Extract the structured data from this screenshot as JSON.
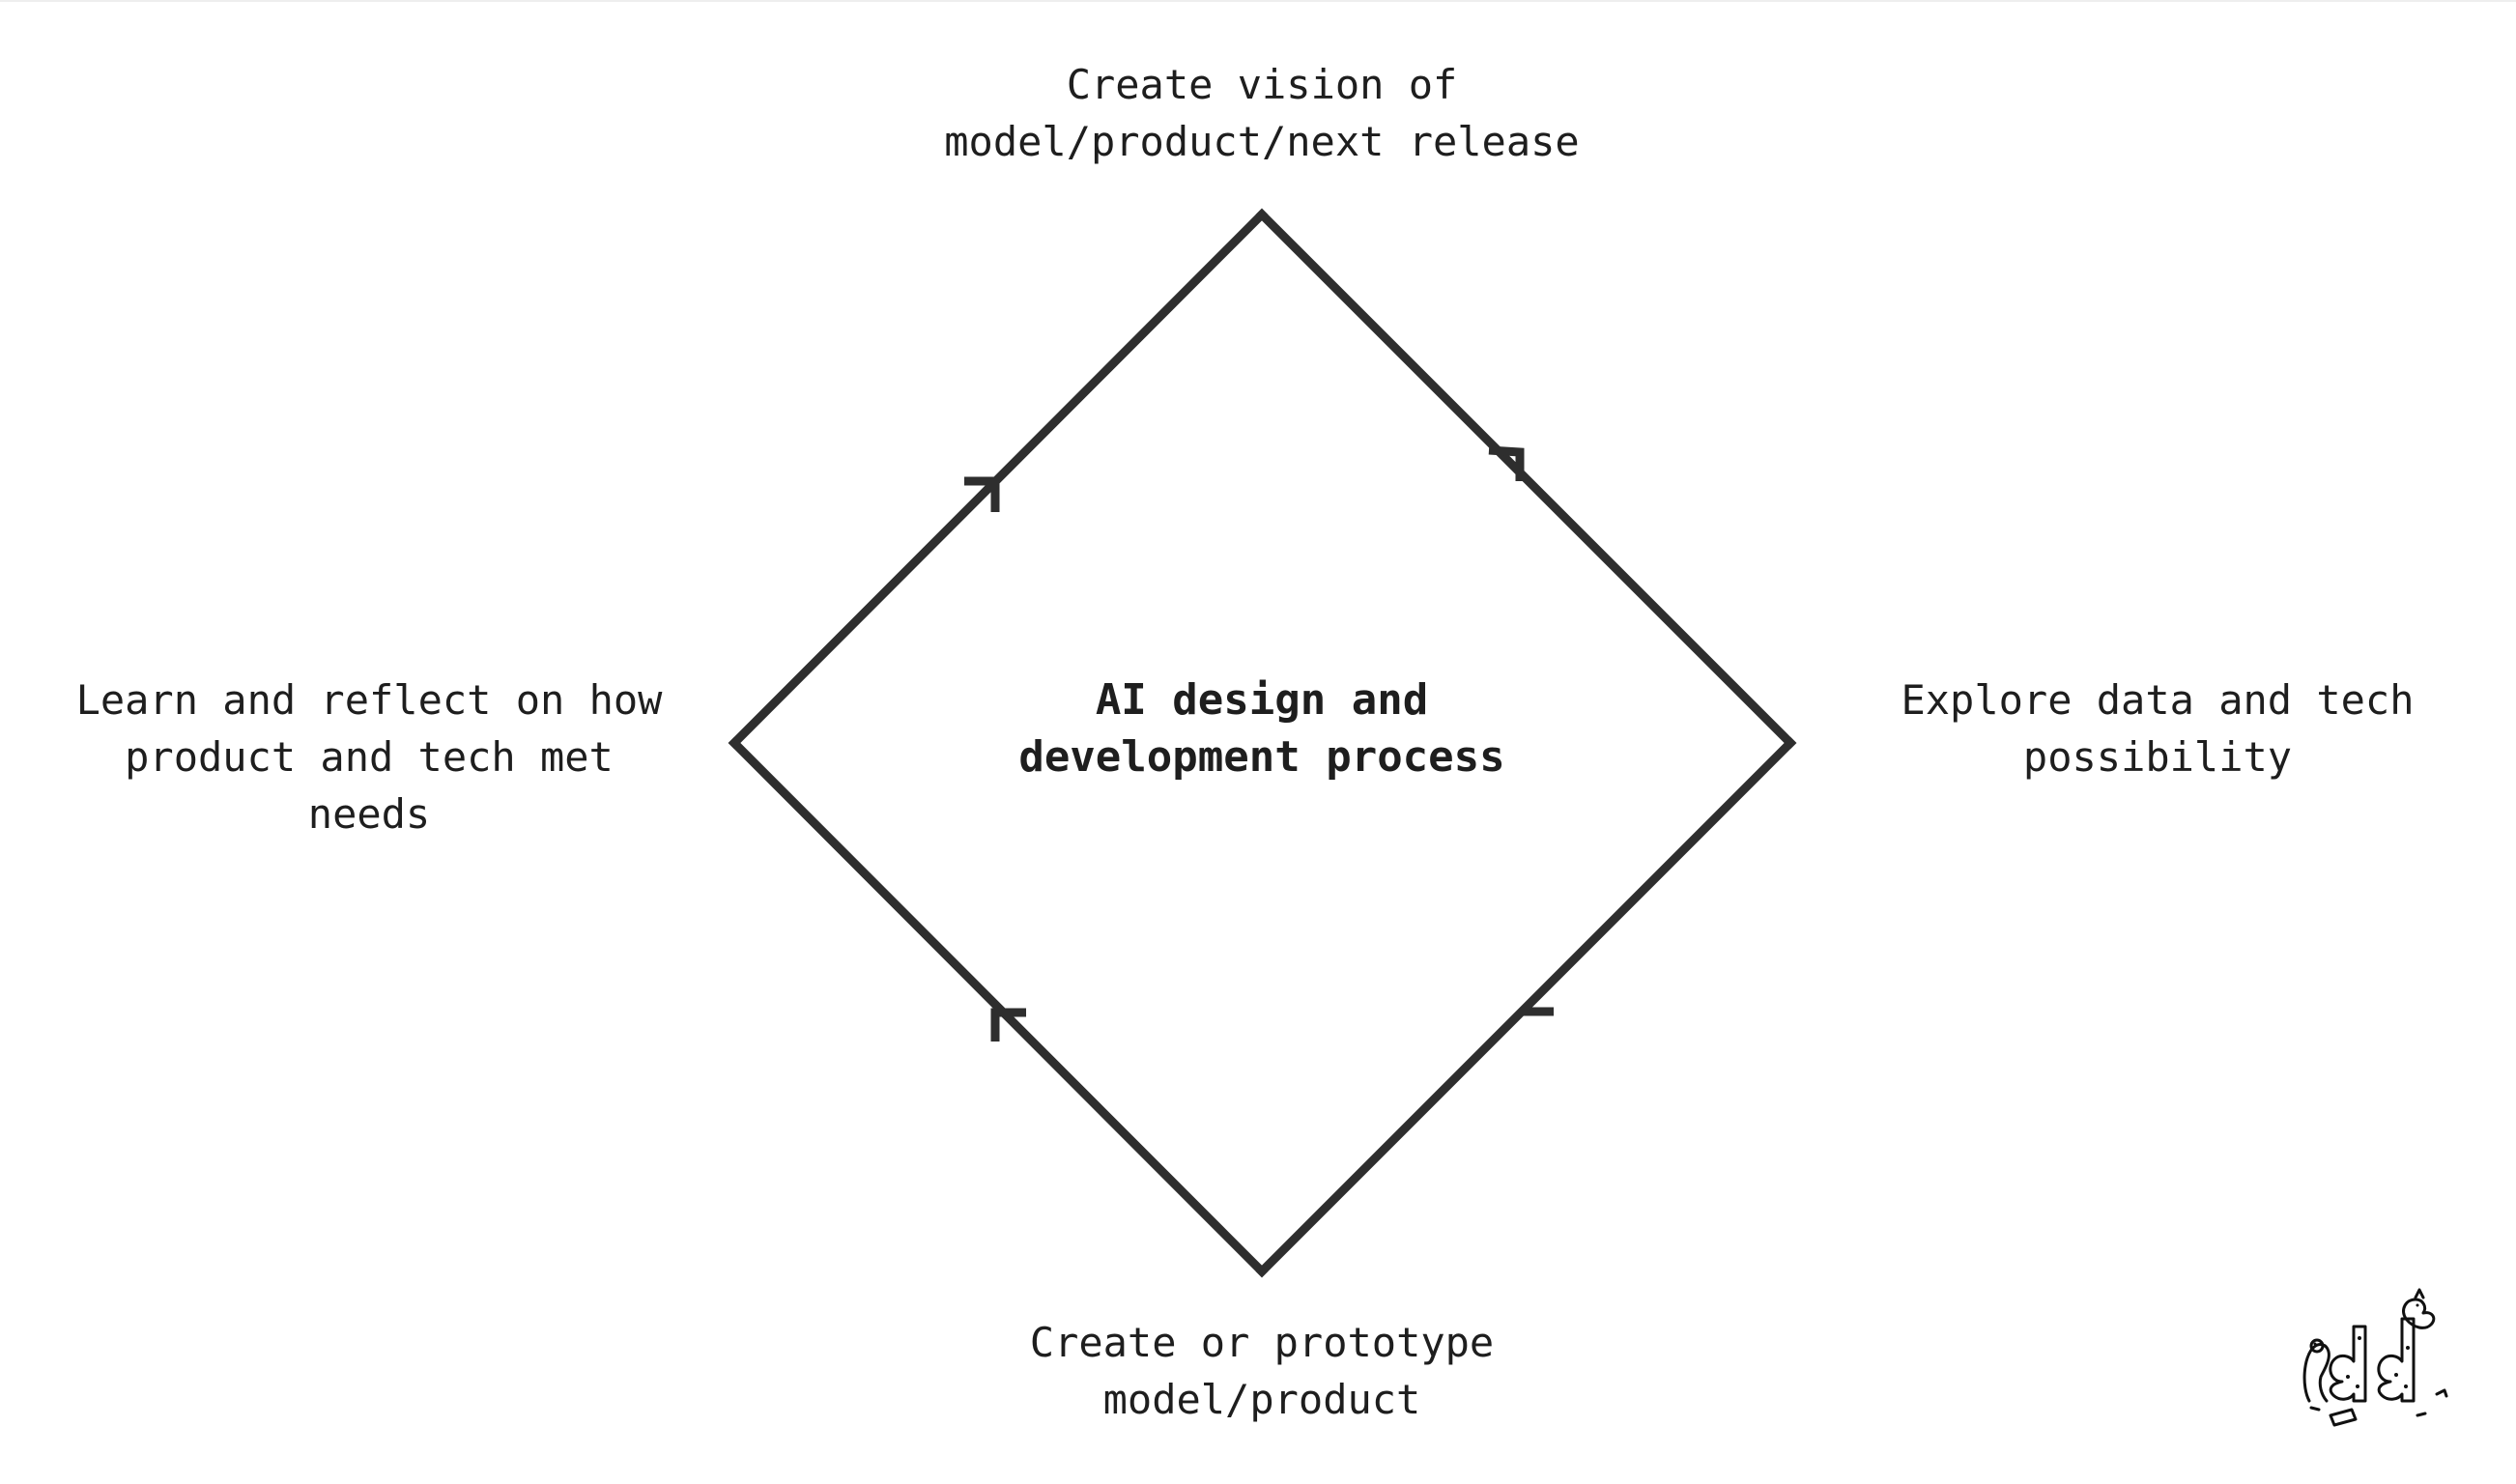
{
  "diagram": {
    "center_title": "AI design and\ndevelopment process",
    "nodes": {
      "top": "Create vision of\nmodel/product/next release",
      "right": "Explore data and tech\npossibility",
      "bottom": "Create or prototype\nmodel/product",
      "left": "Learn and reflect on how\nproduct and tech met\nneeds"
    },
    "flow_direction": "clockwise",
    "stroke_color": "#2e2e2e",
    "text_color": "#1e1e1e",
    "background_color": "#ffffff"
  },
  "logo": {
    "icon": "dd-logo-icon"
  }
}
